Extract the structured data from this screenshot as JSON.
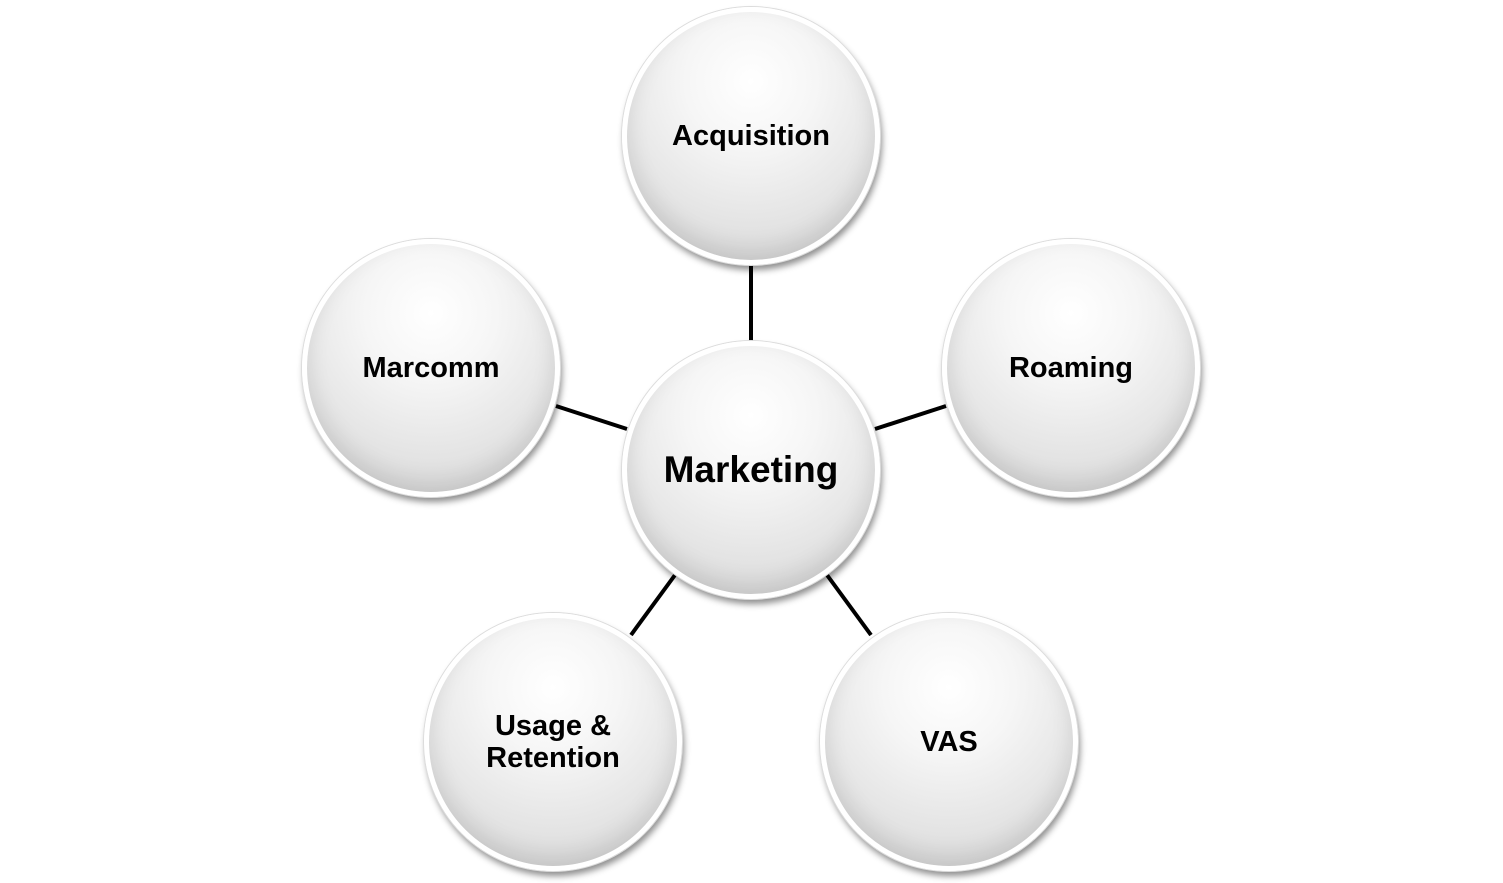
{
  "center": {
    "label": "Marketing"
  },
  "nodes": [
    {
      "id": "acquisition",
      "label": "Acquisition"
    },
    {
      "id": "roaming",
      "label": "Roaming"
    },
    {
      "id": "vas",
      "label": "VAS"
    },
    {
      "id": "usage-retention",
      "label": "Usage &\nRetention"
    },
    {
      "id": "marcomm",
      "label": "Marcomm"
    }
  ],
  "colors": {
    "connector": "#000000",
    "node_fill": "#e6e6e6",
    "node_border": "#ffffff",
    "text": "#000000"
  }
}
